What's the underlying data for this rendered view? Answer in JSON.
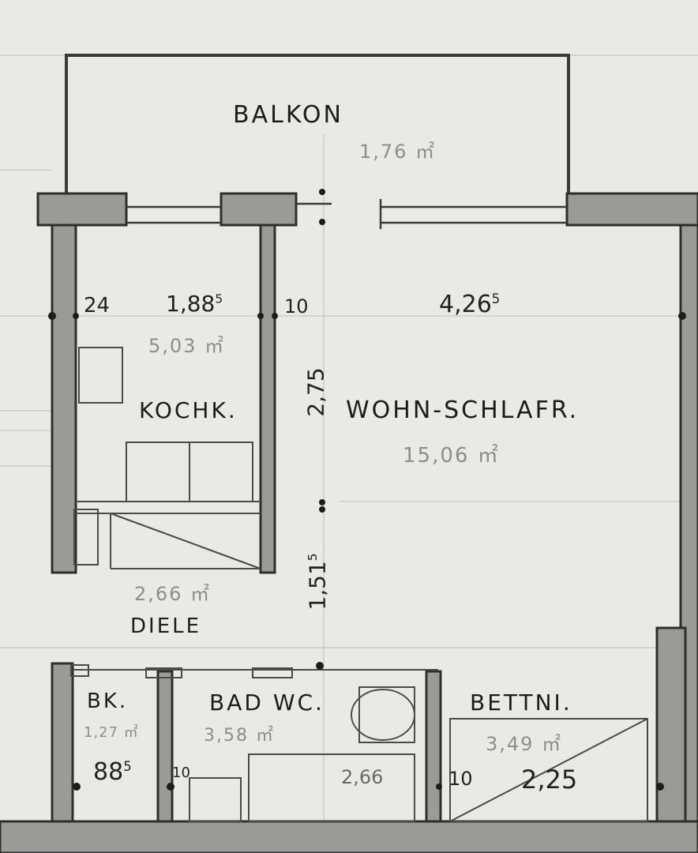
{
  "rooms": {
    "balkon": {
      "label": "BALKON",
      "area": "1,76 ㎡"
    },
    "kochk": {
      "label": "KOCHK.",
      "area": "5,03 ㎡"
    },
    "wohn": {
      "label": "WOHN-SCHLAFR.",
      "area": "15,06 ㎡"
    },
    "diele": {
      "label": "DIELE",
      "area": "2,66 ㎡"
    },
    "bk": {
      "label": "BK.",
      "area": "1,27 ㎡"
    },
    "bad": {
      "label": "BAD WC.",
      "area": "3,58 ㎡"
    },
    "bettni": {
      "label": "BETTNI.",
      "area": "3,49 ㎡"
    }
  },
  "dimensions": {
    "wall_24": "24",
    "kochk_width_main": "1,88",
    "kochk_width_sup": "5",
    "wall_10_a": "10",
    "wohn_width_main": "4,26",
    "wohn_width_sup": "5",
    "height_275": "2,75",
    "height_151_main": "1,51",
    "height_151_sup": "5",
    "bk_width_main": "88",
    "bk_width_sup": "5",
    "wall_10_b": "10",
    "bad_width": "2,66",
    "wall_10_c": "10",
    "bettni_width": "2,25"
  },
  "colors": {
    "paper": "#e9e9e6",
    "ink": "#1c1c1c",
    "wall_fill": "#9a9a96",
    "faint": "#8d8d8d"
  }
}
